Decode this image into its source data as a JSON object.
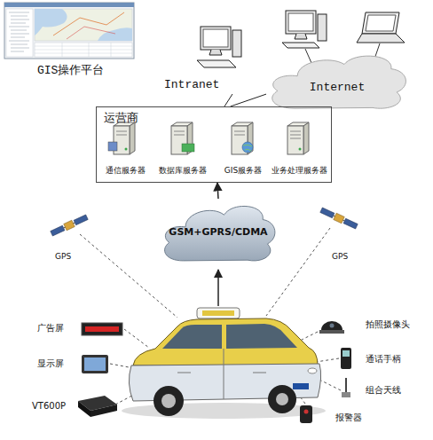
{
  "diagram": {
    "nodes": [
      {
        "text": [
          "Intranet"
        ]
      },
      {
        "text": [
          "Internet"
        ]
      },
      {
        "text": [
          "运营商"
        ]
      },
      {
        "text": [
          "通信服务器"
        ],
        "in": 2
      },
      {
        "text": [
          "数据库服务器"
        ],
        "in": 2
      },
      {
        "text": [
          "GIS服务器"
        ],
        "in": 2
      },
      {
        "text": [
          "业务处理服务器"
        ],
        "in": 2
      },
      {
        "text": [
          "GSM+GPRS/CDMA"
        ]
      }
    ],
    "edges": [
      {
        "from": 2,
        "to": 0,
        "arrow": "none"
      },
      {
        "from": 2,
        "to": 1,
        "arrow": "none"
      },
      {
        "from": 7,
        "to": 2,
        "arrow": "to"
      }
    ],
    "labels": [
      "GIS操作平台",
      "GPS",
      "GPS",
      "广告屏",
      "显示屏",
      "VT600P",
      "拍照摄像头",
      "通话手柄",
      "组合天线",
      "报警器"
    ]
  }
}
